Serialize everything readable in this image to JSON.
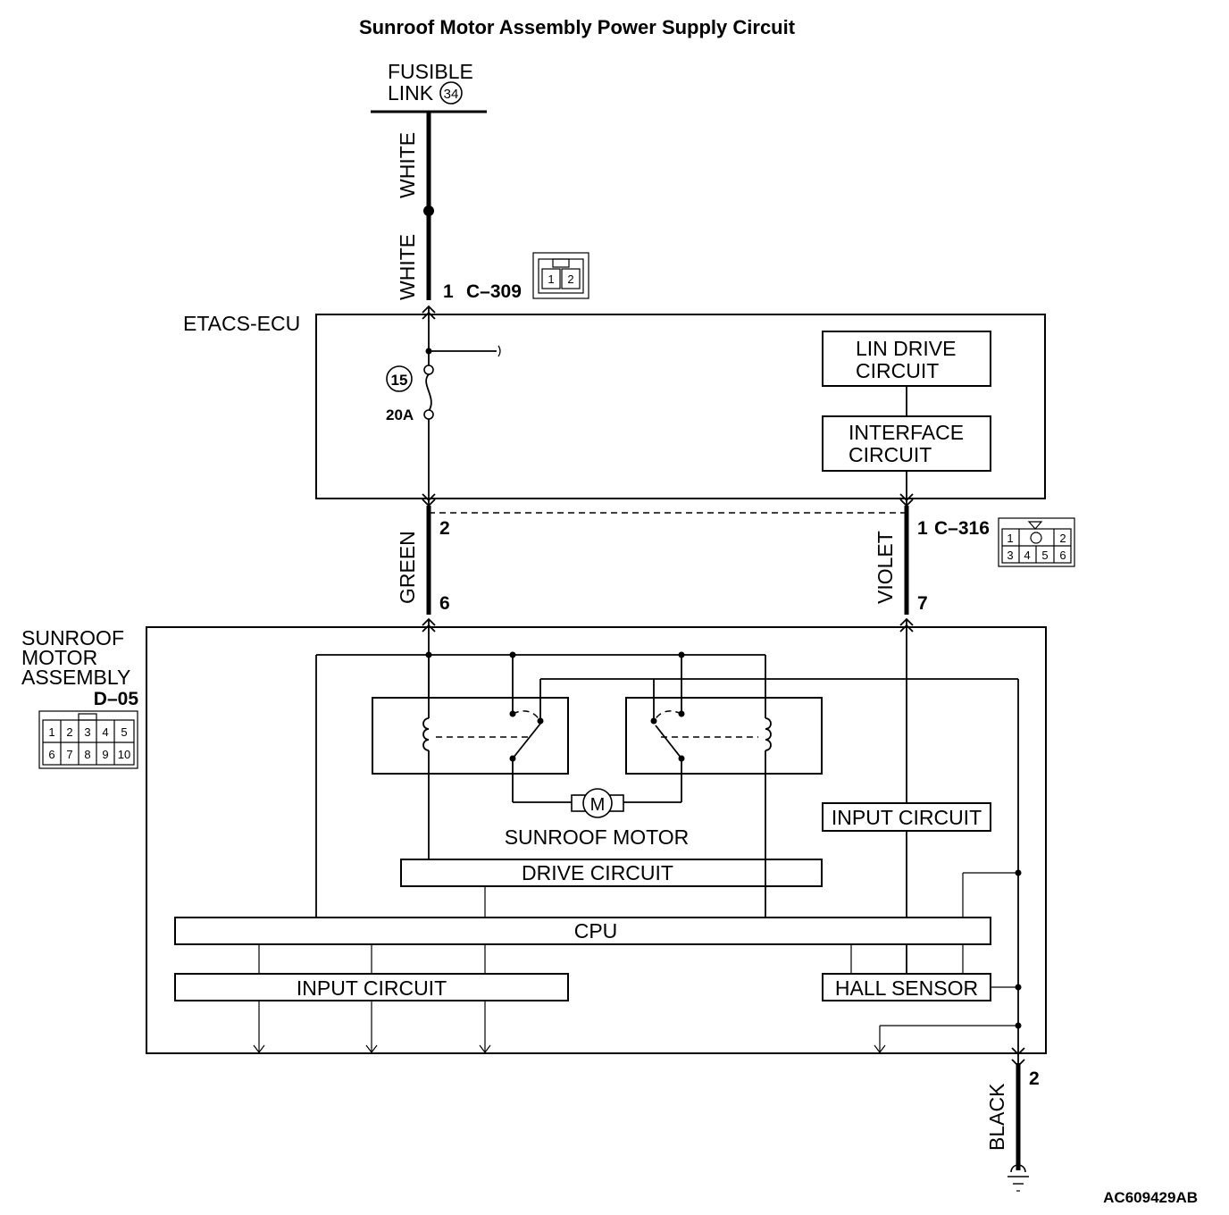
{
  "title": "Sunroof Motor Assembly Power Supply Circuit",
  "fusible_link": {
    "line1": "FUSIBLE",
    "line2": "LINK",
    "number": "34"
  },
  "wires": {
    "white_upper": "WHITE",
    "white_lower": "WHITE",
    "green": "GREEN",
    "violet": "VIOLET",
    "black": "BLACK"
  },
  "connector_c309": {
    "pin": "1",
    "name": "C–309",
    "cells": [
      "1",
      "2"
    ]
  },
  "etacs": {
    "label": "ETACS-ECU",
    "fuse_number": "15",
    "fuse_rating": "20A",
    "lin_drive": [
      "LIN DRIVE",
      "CIRCUIT"
    ],
    "interface": [
      "INTERFACE",
      "CIRCUIT"
    ],
    "pin_green": "2",
    "pin_violet": "1",
    "connector_name": "C–316"
  },
  "connector_c316": {
    "cells": [
      "1",
      "2",
      "3",
      "4",
      "5",
      "6"
    ]
  },
  "sunroof": {
    "label": [
      "SUNROOF",
      "MOTOR",
      "ASSEMBLY"
    ],
    "connector_name": "D–05",
    "connector_cells": [
      "1",
      "2",
      "3",
      "4",
      "5",
      "6",
      "7",
      "8",
      "9",
      "10"
    ],
    "pin_green": "6",
    "pin_violet": "7",
    "motor_symbol": "M",
    "motor_label": "SUNROOF MOTOR",
    "input_circuit_right": "INPUT CIRCUIT",
    "drive_circuit": "DRIVE CIRCUIT",
    "cpu": "CPU",
    "input_circuit_left": "INPUT CIRCUIT",
    "hall_sensor": "HALL SENSOR",
    "ground_pin": "2"
  },
  "figure_id": "AC609429AB"
}
